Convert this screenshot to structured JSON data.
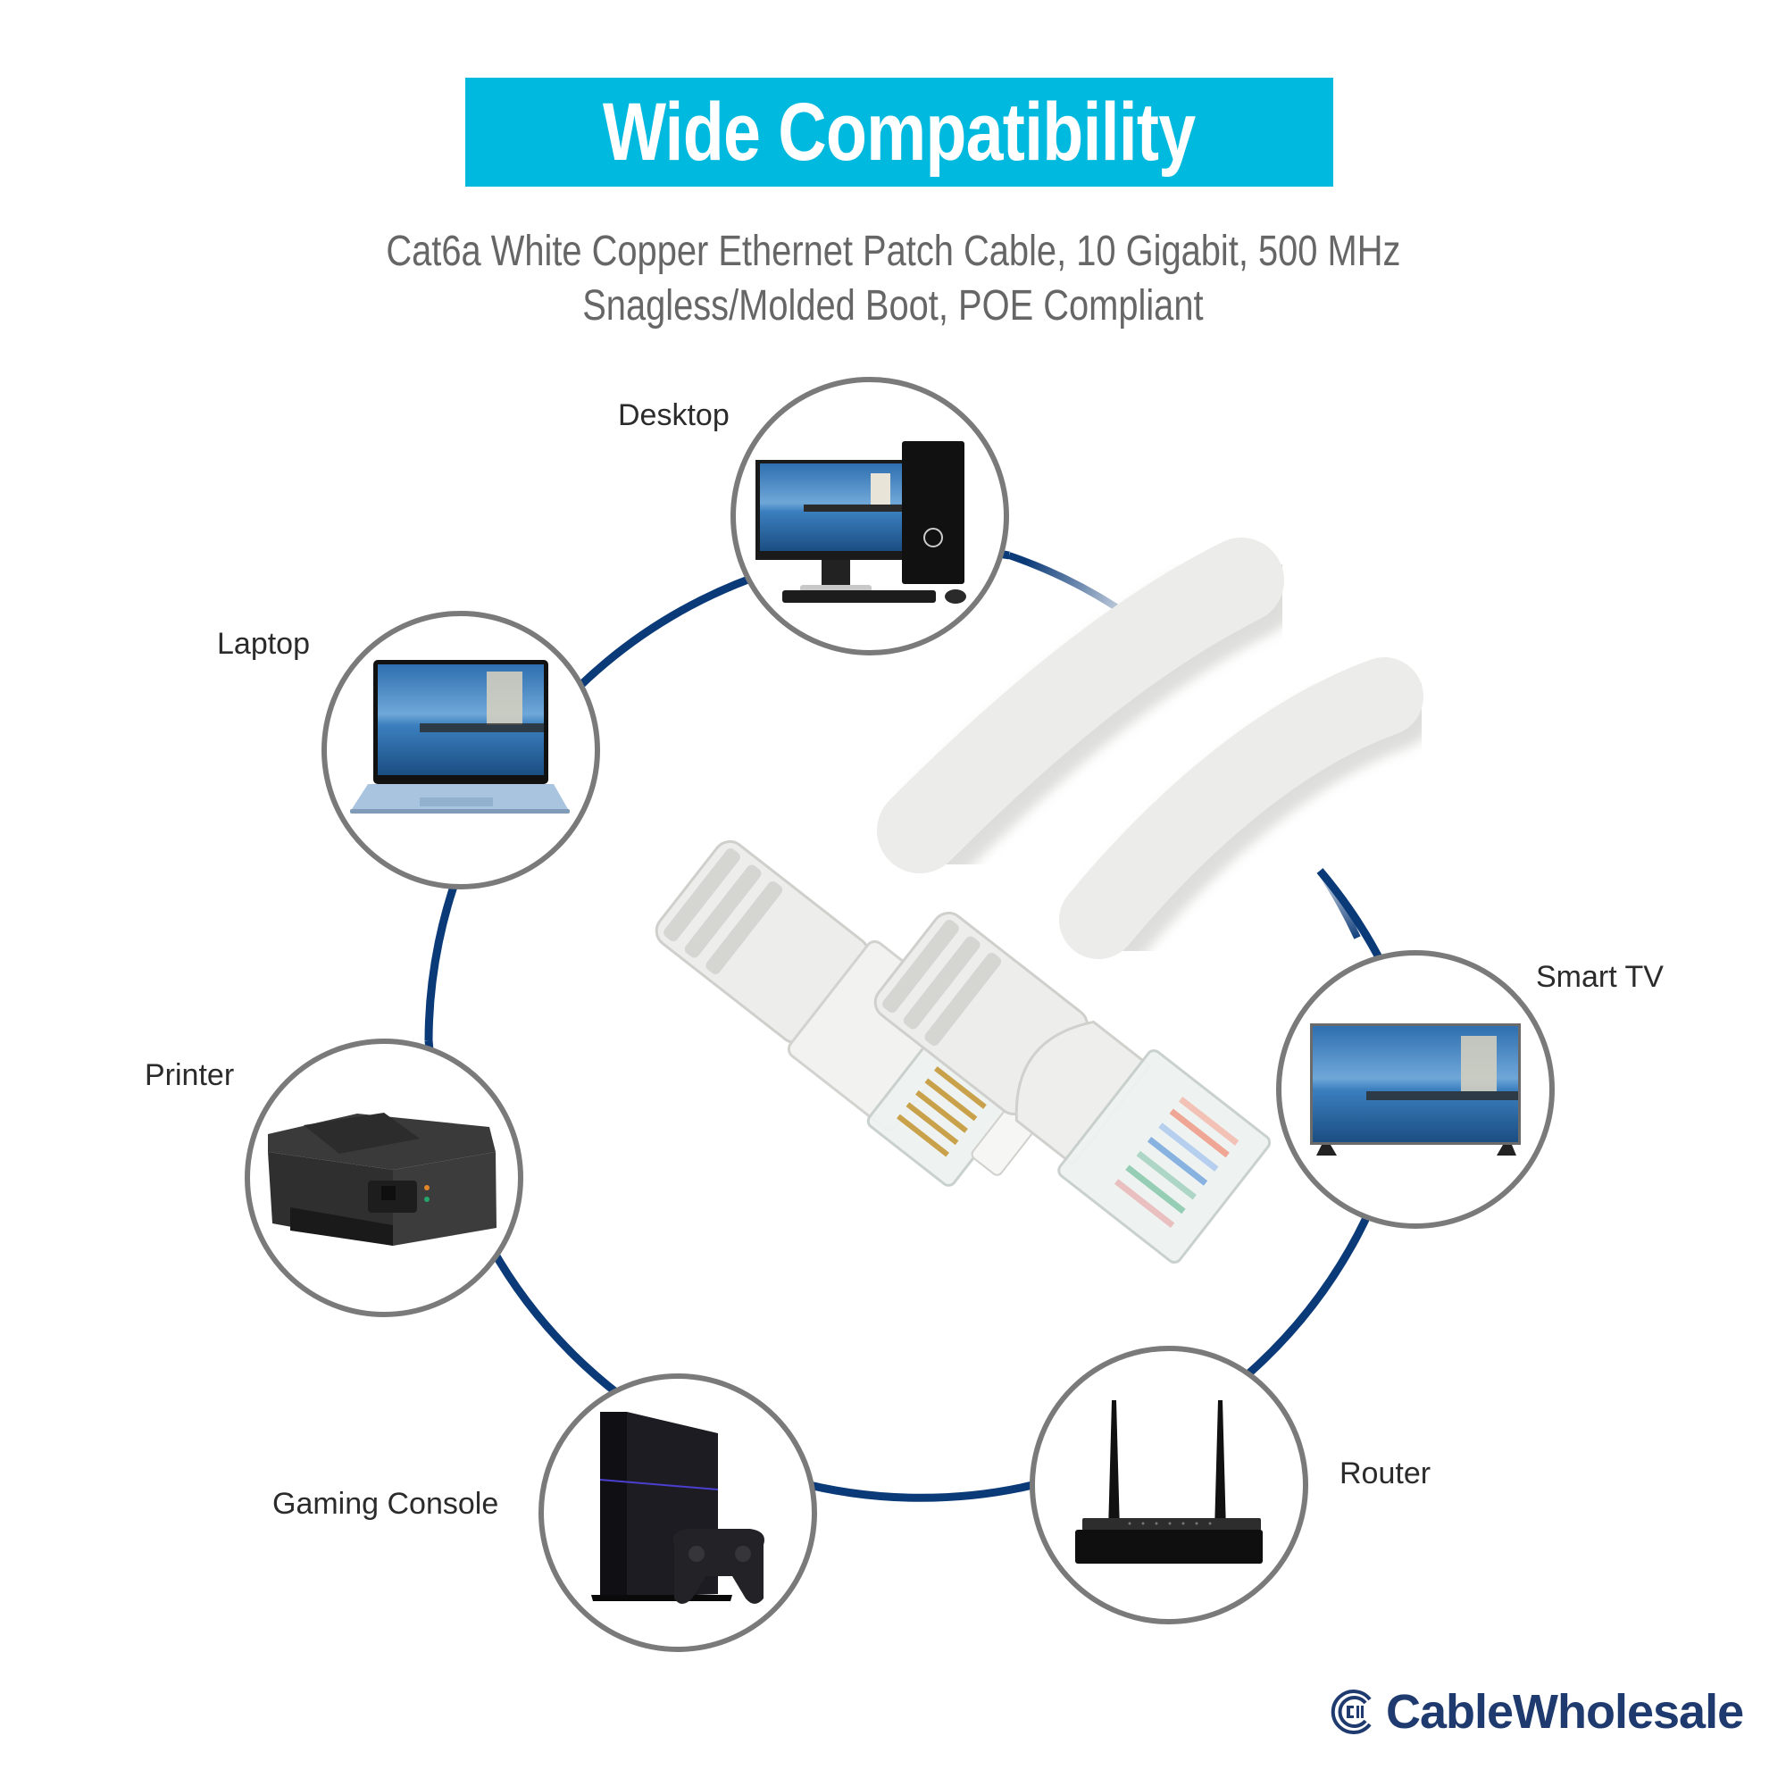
{
  "header": {
    "title": "Wide Compatibility",
    "subtitle_line1": "Cat6a White Copper Ethernet Patch Cable, 10 Gigabit, 500 MHz",
    "subtitle_line2": "Snagless/Molded Boot, POE Compliant"
  },
  "colors": {
    "banner": "#00b9de",
    "ring": "#0b3a78",
    "circle_border": "#7a7a7a",
    "label_text": "#2b2b2b",
    "subtitle_text": "#666666",
    "brand": "#1f3a6e"
  },
  "devices": [
    {
      "label": "Desktop",
      "icon": "desktop-computer-icon"
    },
    {
      "label": "Laptop",
      "icon": "laptop-icon"
    },
    {
      "label": "Printer",
      "icon": "printer-icon"
    },
    {
      "label": "Gaming Console",
      "icon": "gaming-console-icon"
    },
    {
      "label": "Router",
      "icon": "router-icon"
    },
    {
      "label": "Smart TV",
      "icon": "smart-tv-icon"
    }
  ],
  "product": {
    "image": "white-ethernet-cable-rj45-connectors"
  },
  "brand": {
    "name": "CableWholesale",
    "icon": "cablewholesale-logo-icon"
  }
}
